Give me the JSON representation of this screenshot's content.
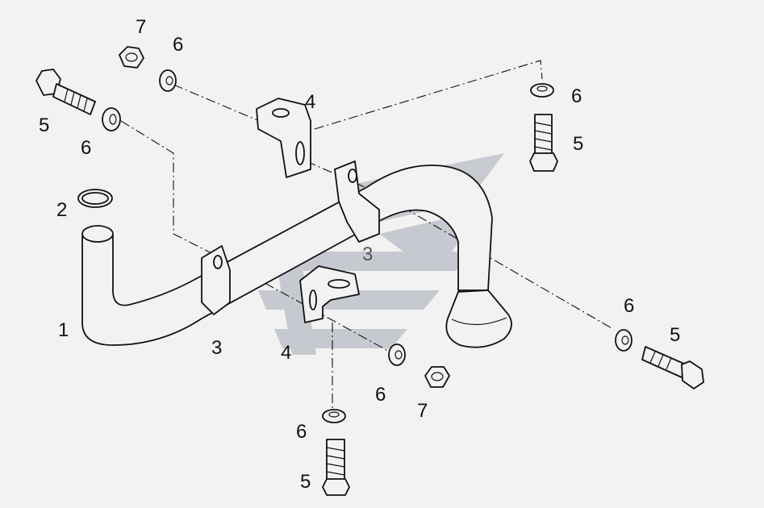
{
  "callouts": [
    {
      "id": "c-7-top",
      "text": "7"
    },
    {
      "id": "c-6-top",
      "text": "6"
    },
    {
      "id": "c-5-left",
      "text": "5"
    },
    {
      "id": "c-6-left",
      "text": "6"
    },
    {
      "id": "c-4-top",
      "text": "4"
    },
    {
      "id": "c-6-right",
      "text": "6"
    },
    {
      "id": "c-5-right",
      "text": "5"
    },
    {
      "id": "c-2",
      "text": "2"
    },
    {
      "id": "c-3-mid",
      "text": "3"
    },
    {
      "id": "c-1",
      "text": "1"
    },
    {
      "id": "c-3-low",
      "text": "3"
    },
    {
      "id": "c-4-low",
      "text": "4"
    },
    {
      "id": "c-6-far-right",
      "text": "6"
    },
    {
      "id": "c-5-far-right",
      "text": "5"
    },
    {
      "id": "c-6-low",
      "text": "6"
    },
    {
      "id": "c-7-low",
      "text": "7"
    },
    {
      "id": "c-6-bottom",
      "text": "6"
    },
    {
      "id": "c-5-bottom",
      "text": "5"
    }
  ],
  "colors": {
    "background": "#f2f2f2",
    "line": "#111111",
    "watermark": "#b9bcc6"
  },
  "parts": [
    "oil-pickup-pipe-icon",
    "o-ring-icon",
    "pipe-clamp-icon",
    "bracket-icon",
    "bolt-icon",
    "washer-icon",
    "nut-icon"
  ]
}
